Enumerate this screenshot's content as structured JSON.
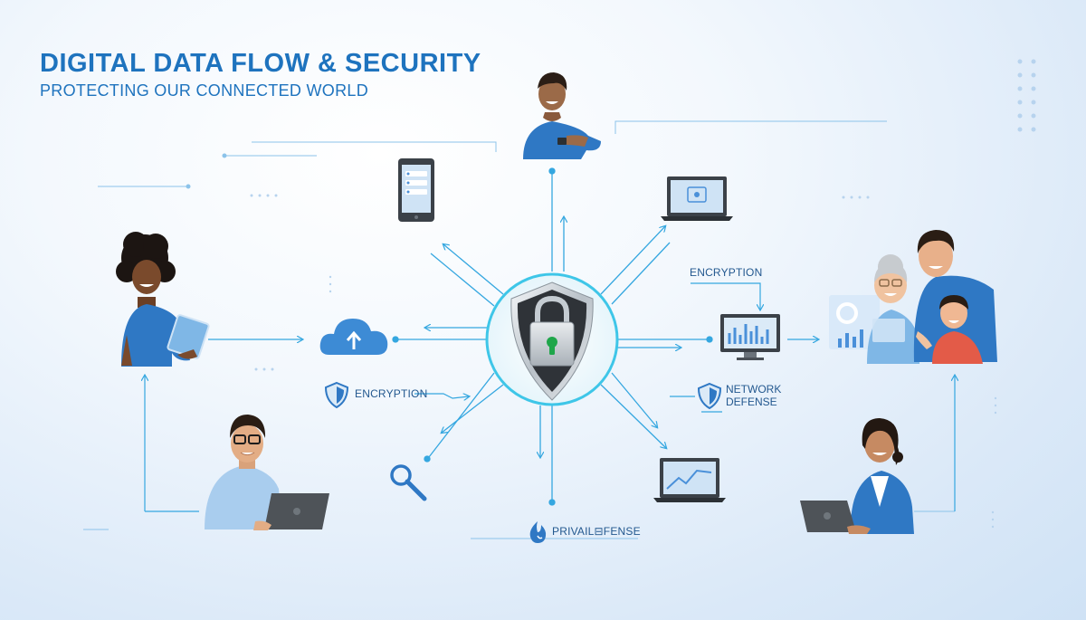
{
  "header": {
    "title": "DIGITAL DATA FLOW & SECURITY",
    "subtitle": "PROTECTING OUR CONNECTED WORLD"
  },
  "labels": {
    "encryption_left": "ENCRYPTION",
    "encryption_right": "ENCRYPTION",
    "network_defense_line1": "NETWORK",
    "network_defense_line2": "DEFENSE",
    "privacy_defense": "PRIVAIL⊟FENSE"
  },
  "colors": {
    "accent": "#1e73be",
    "hub_ring": "#3ec6e8",
    "line": "#35a7e0",
    "shield_dark": "#2f3338",
    "keyhole": "#1fa64a",
    "person_blue": "#2f78c4"
  },
  "icons": [
    "shield-lock-icon",
    "smartphone-icon",
    "laptop-icon",
    "cloud-upload-icon",
    "monitor-chart-icon",
    "search-icon",
    "laptop-chart-icon",
    "fire-shield-icon",
    "shield-icon"
  ]
}
